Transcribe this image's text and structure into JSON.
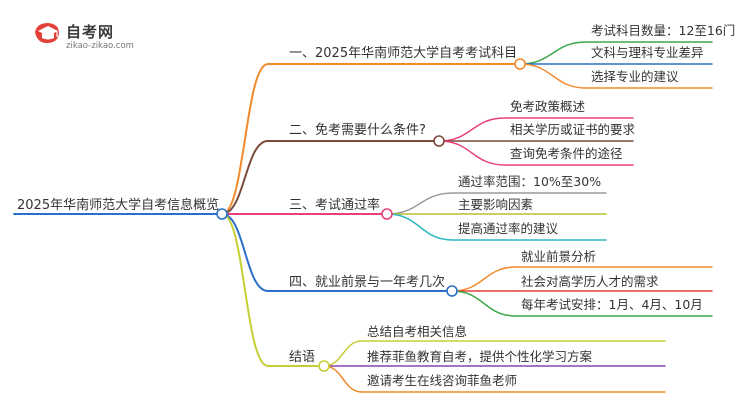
{
  "logo": {
    "name": "自考网",
    "url": "zikao-zikao.com",
    "icon": "graduation-cap-icon"
  },
  "mindmap": {
    "root": "2025年华南师范大学自考信息概览",
    "branches": [
      {
        "label": "一、2025年华南师范大学自考考试科目",
        "color": "#f28a2c",
        "children": [
          {
            "label": "考试科目数量：12至16门",
            "color": "#3aa948"
          },
          {
            "label": "文科与理科专业差异",
            "color": "#2b70c8"
          },
          {
            "label": "选择专业的建议",
            "color": "#f28a2c"
          }
        ]
      },
      {
        "label": "二、免考需要什么条件?",
        "color": "#7b4a3a",
        "children": [
          {
            "label": "免考政策概述",
            "color": "#e8407a"
          },
          {
            "label": "相关学历或证书的要求",
            "color": "#7b4a3a"
          },
          {
            "label": "查询免考条件的途径",
            "color": "#e8407a"
          }
        ]
      },
      {
        "label": "三、考试通过率",
        "color": "#e8407a",
        "children": [
          {
            "label": "通过率范围：10%至30%",
            "color": "#9a9a9a"
          },
          {
            "label": "主要影响因素",
            "color": "#b5c22a"
          },
          {
            "label": "提高通过率的建议",
            "color": "#2bb7c3"
          }
        ]
      },
      {
        "label": "四、就业前景与一年考几次",
        "color": "#2b70c8",
        "children": [
          {
            "label": "就业前景分析",
            "color": "#f28a2c"
          },
          {
            "label": "社会对高学历人才的需求",
            "color": "#e2413a"
          },
          {
            "label": "每年考试安排：1月、4月、10月",
            "color": "#3aa948"
          }
        ]
      },
      {
        "label": "结语",
        "color": "#c5cf35",
        "children": [
          {
            "label": "总结自考相关信息",
            "color": "#c5cf35"
          },
          {
            "label": "推荐菲鱼教育自考，提供个性化学习方案",
            "color": "#8e44ad"
          },
          {
            "label": "邀请考生在线咨询菲鱼老师",
            "color": "#f28a2c"
          }
        ]
      }
    ],
    "root_color": "#2b70c8"
  }
}
